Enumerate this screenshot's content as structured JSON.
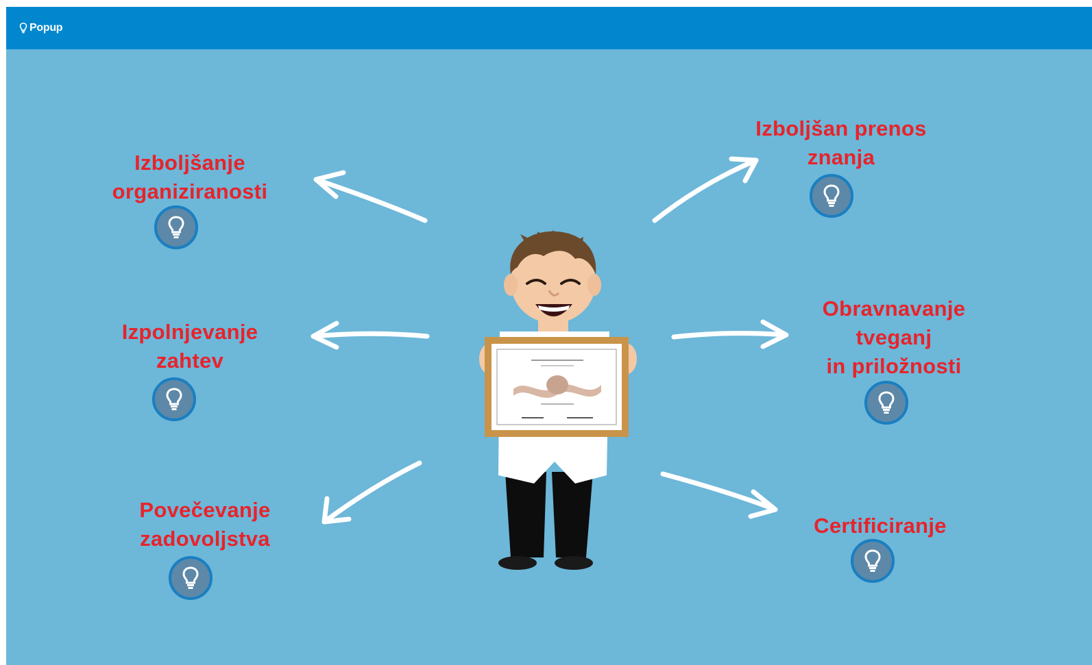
{
  "header": {
    "title": "Popup",
    "icon": "lightbulb-icon",
    "color": "#0287cf"
  },
  "canvas": {
    "background": "#6db7d9"
  },
  "topics": [
    {
      "id": "organization",
      "lines": [
        "Izboljšanje",
        "organiziranosti"
      ]
    },
    {
      "id": "requirements",
      "lines": [
        "Izpolnjevanje",
        "zahtev"
      ]
    },
    {
      "id": "satisfaction",
      "lines": [
        "Povečevanje",
        "zadovoljstva"
      ]
    },
    {
      "id": "knowledge",
      "lines": [
        "Izboljšan prenos",
        "znanja"
      ]
    },
    {
      "id": "risks",
      "lines": [
        "Obravnavanje",
        "tveganj",
        "in priložnosti"
      ]
    },
    {
      "id": "certification",
      "lines": [
        "Certificiranje"
      ]
    }
  ],
  "colors": {
    "topic_text": "#e8232a",
    "hotspot_fill": "#5d88a8",
    "hotspot_ring": "#1a7fc1"
  }
}
